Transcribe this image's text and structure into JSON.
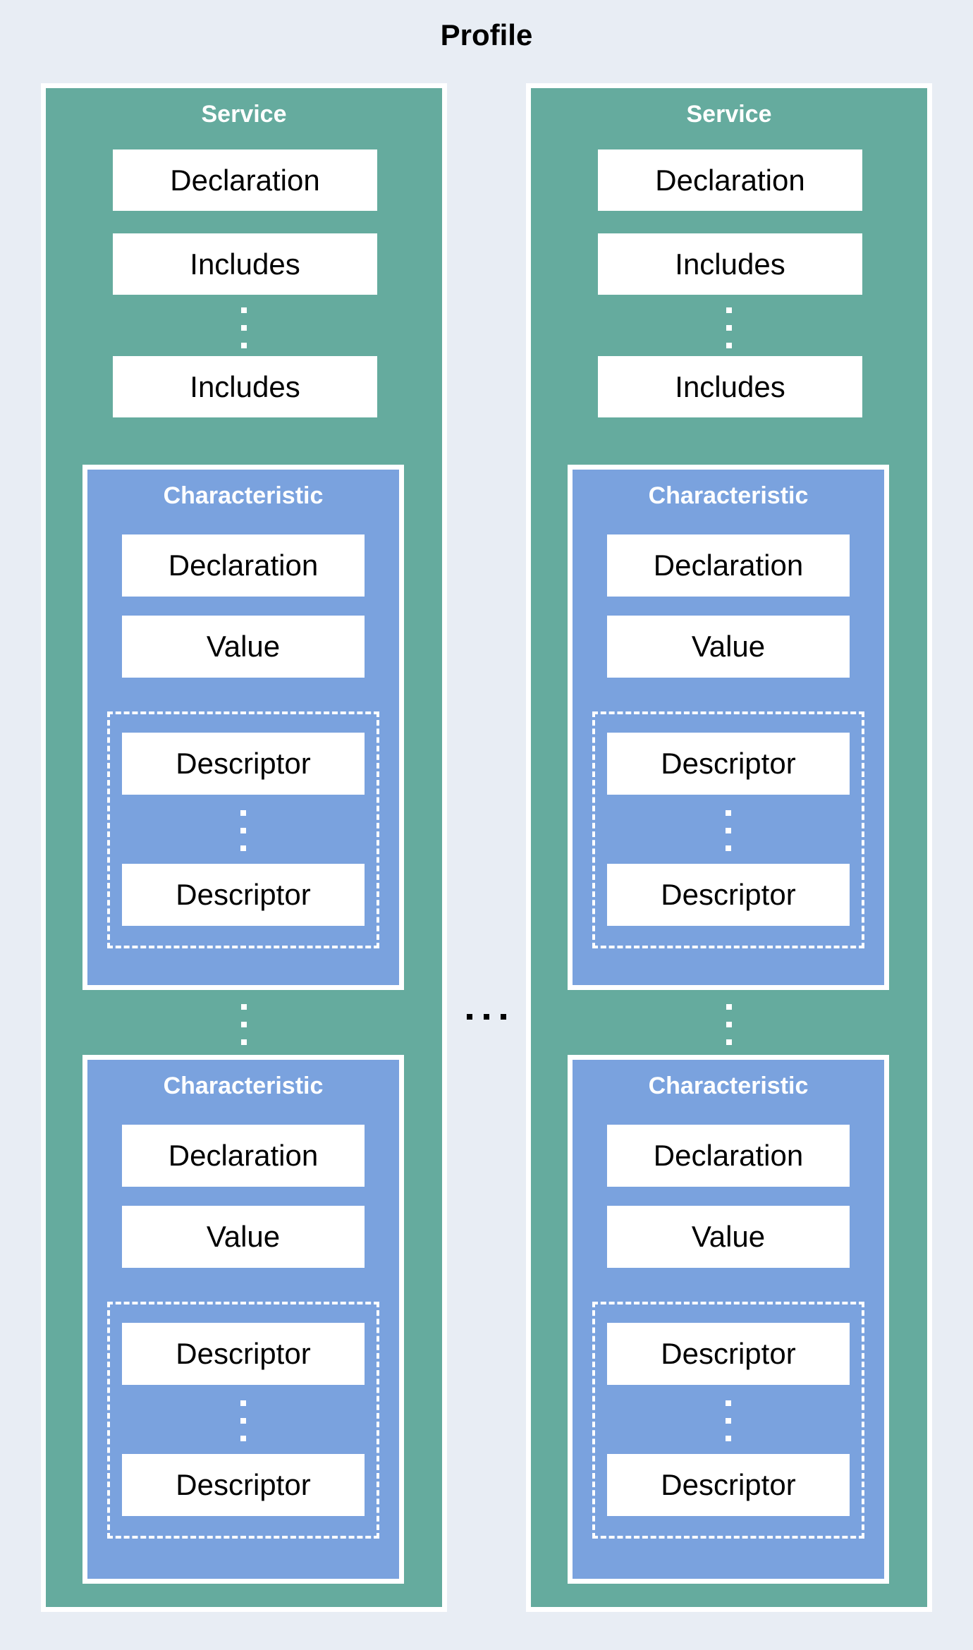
{
  "page": {
    "title": "Profile"
  },
  "colors": {
    "background": "#e8edf4",
    "service_fill": "#65ab9e",
    "characteristic_fill": "#7aa2de",
    "node_fill": "#ffffff",
    "node_text": "#000000",
    "header_text": "#ffffff",
    "ellipsis_dark": "#000000",
    "ellipsis_light": "#ffffff"
  },
  "icons": {
    "vertical_ellipsis": "vertical-ellipsis",
    "horizontal_ellipsis": "horizontal-ellipsis"
  },
  "services": [
    {
      "title": "Service",
      "declaration_label": "Declaration",
      "includes_labels": [
        "Includes",
        "Includes"
      ],
      "characteristics": [
        {
          "title": "Characteristic",
          "declaration_label": "Declaration",
          "value_label": "Value",
          "descriptor_labels": [
            "Descriptor",
            "Descriptor"
          ]
        },
        {
          "title": "Characteristic",
          "declaration_label": "Declaration",
          "value_label": "Value",
          "descriptor_labels": [
            "Descriptor",
            "Descriptor"
          ]
        }
      ]
    },
    {
      "title": "Service",
      "declaration_label": "Declaration",
      "includes_labels": [
        "Includes",
        "Includes"
      ],
      "characteristics": [
        {
          "title": "Characteristic",
          "declaration_label": "Declaration",
          "value_label": "Value",
          "descriptor_labels": [
            "Descriptor",
            "Descriptor"
          ]
        },
        {
          "title": "Characteristic",
          "declaration_label": "Declaration",
          "value_label": "Value",
          "descriptor_labels": [
            "Descriptor",
            "Descriptor"
          ]
        }
      ]
    }
  ]
}
